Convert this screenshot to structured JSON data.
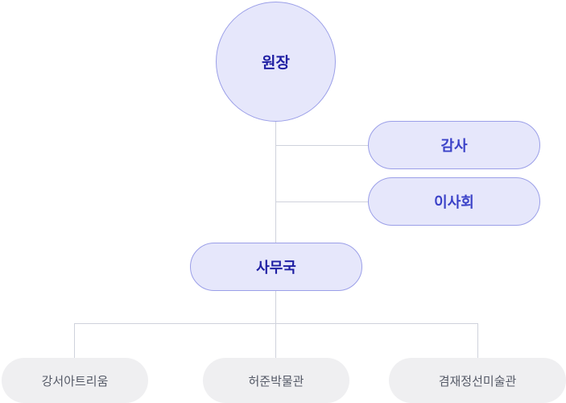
{
  "org_chart": {
    "top": {
      "label": "원장"
    },
    "side_boxes": [
      {
        "label": "감사"
      },
      {
        "label": "이사회"
      }
    ],
    "middle": {
      "label": "사무국"
    },
    "bottom_boxes": [
      {
        "label": "강서아트리움"
      },
      {
        "label": "허준박물관"
      },
      {
        "label": "겸재정선미술관"
      }
    ]
  },
  "colors": {
    "primary_fill": "#e6e7fb",
    "primary_border": "#9b9fe8",
    "primary_text": "#1f1fa3",
    "accent_text": "#3b42c8",
    "secondary_fill": "#efeff1",
    "secondary_text": "#555a67",
    "connector": "#cfd2dc"
  }
}
